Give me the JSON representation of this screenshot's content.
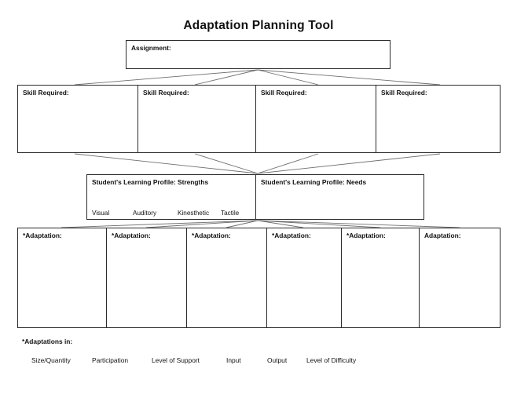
{
  "page": {
    "title": "Adaptation Planning Tool",
    "background_color": "#ffffff",
    "line_color": "#6f6f6f",
    "border_color": "#2b2b2b"
  },
  "assignment": {
    "label": "Assignment:",
    "value": ""
  },
  "skills": {
    "cells": [
      {
        "label": "Skill Required:",
        "value": ""
      },
      {
        "label": "Skill Required:",
        "value": ""
      },
      {
        "label": "Skill Required:",
        "value": ""
      },
      {
        "label": "Skill Required:",
        "value": ""
      }
    ]
  },
  "profile": {
    "cells": [
      {
        "label": "Student's Learning Profile: Strengths",
        "value": ""
      },
      {
        "label": "Student's Learning Profile: Needs",
        "value": ""
      }
    ],
    "modalities": [
      "Visual",
      "Auditory",
      "Kinesthetic",
      "Tactile"
    ]
  },
  "adaptations": {
    "cells": [
      {
        "label": "*Adaptation:",
        "value": ""
      },
      {
        "label": "*Adaptation:",
        "value": ""
      },
      {
        "label": "*Adaptation:",
        "value": ""
      },
      {
        "label": "*Adaptation:",
        "value": ""
      },
      {
        "label": "*Adaptation:",
        "value": ""
      },
      {
        "label": "Adaptation:",
        "value": ""
      }
    ]
  },
  "footer": {
    "title": "*Adaptations in:",
    "items": [
      "Size/Quantity",
      "Participation",
      "Level of Support",
      "Input",
      "Output",
      "Level of Difficulty"
    ]
  }
}
